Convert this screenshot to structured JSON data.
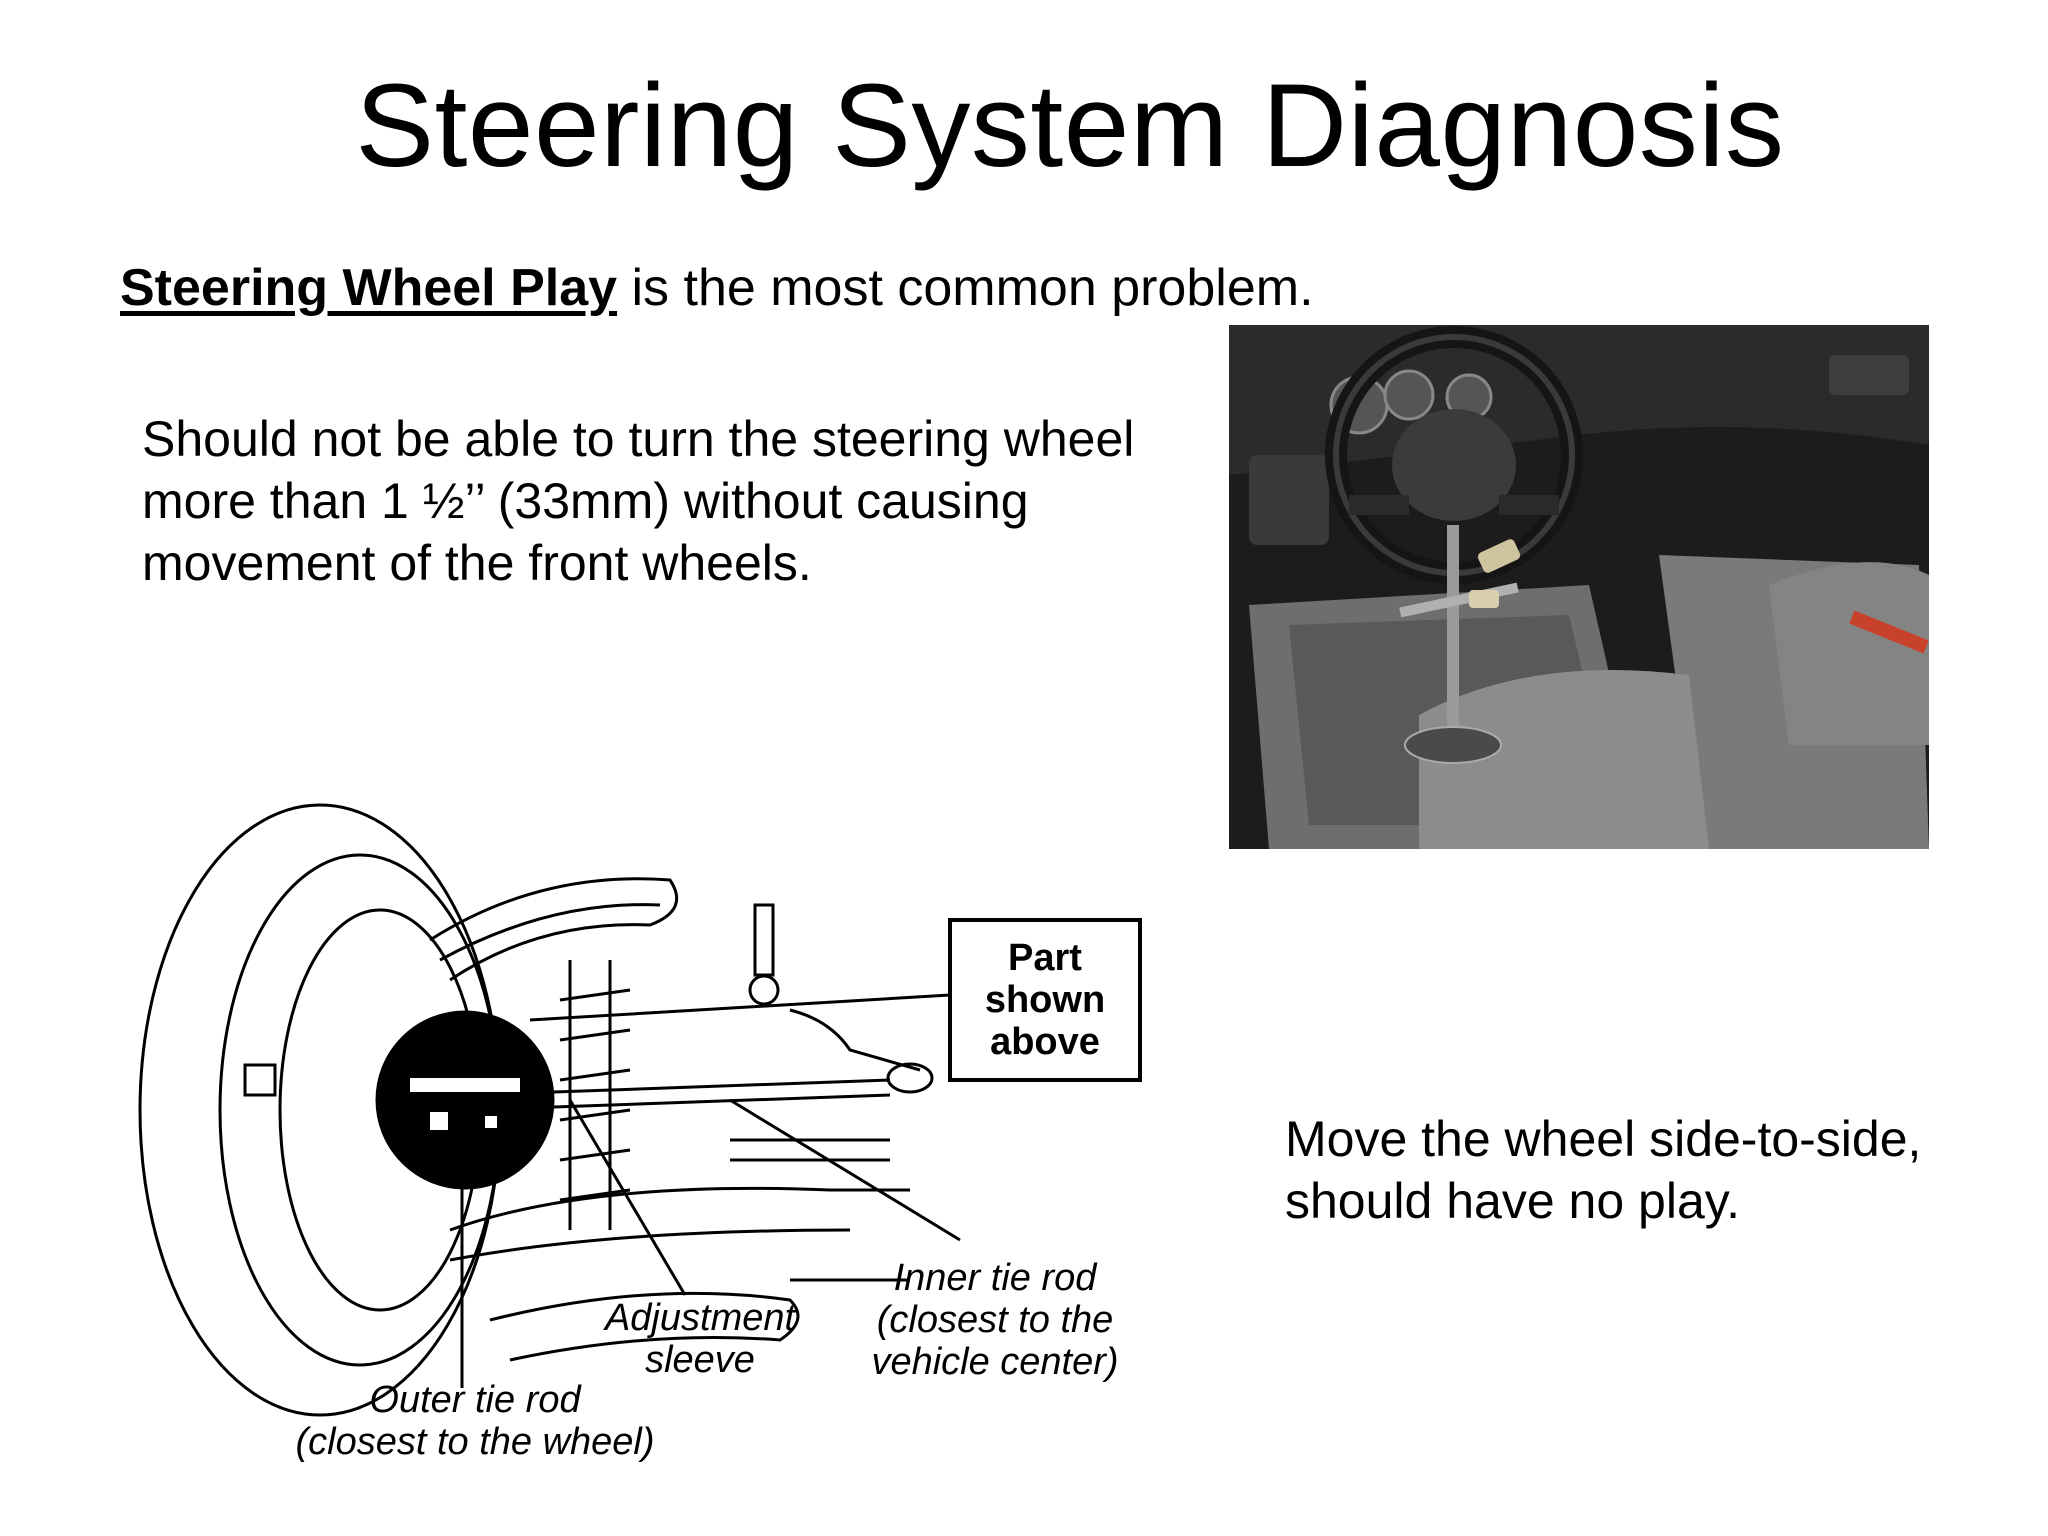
{
  "slide": {
    "title": "Steering System Diagnosis",
    "subtitle_term": "Steering Wheel Play",
    "subtitle_rest": " is the most common problem.",
    "paragraph_lines": [
      "Should not be able to turn the steering wheel",
      "more than 1 ½’’ (33mm) without causing",
      "movement of the front wheels."
    ],
    "note_lines": [
      "Move the wheel side-to-side,",
      "should have no play."
    ]
  },
  "diagram": {
    "box_lines": [
      "Part",
      "shown",
      "above"
    ],
    "adjustment_lines": [
      "Adjustment",
      "sleeve"
    ],
    "inner_lines": [
      "Inner tie rod",
      "(closest to the",
      "vehicle center)"
    ],
    "outer_lines": [
      "Outer tie rod",
      "(closest to the wheel)"
    ]
  }
}
